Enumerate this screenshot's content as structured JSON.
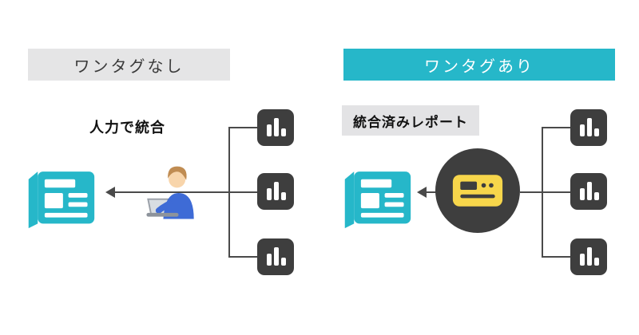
{
  "diagram": {
    "left": {
      "header": "ワンタグなし",
      "annotation": "人力で統合",
      "source_count": 3
    },
    "right": {
      "header": "ワンタグあり",
      "annotation": "統合済みレポート",
      "source_count": 3
    }
  },
  "colors": {
    "teal": "#26b7c9",
    "dark": "#3e3e3e",
    "header_gray": "#e5e5e6",
    "annotation_gray": "#e3e3e5",
    "line": "#4a4a4a",
    "yellow": "#f7d64b"
  },
  "icons": {
    "report": "report-icon",
    "bar_chart": "bar-chart-icon",
    "one_tag": "one-tag-icon",
    "person": "person-at-laptop-illustration",
    "arrow": "arrow-left-icon"
  }
}
